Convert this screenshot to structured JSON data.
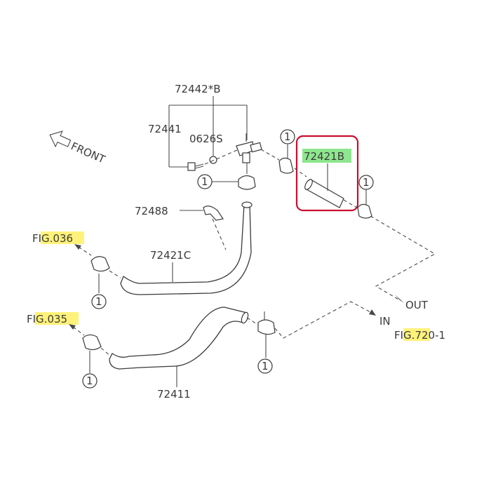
{
  "labels": {
    "part_72442b": "72442*B",
    "part_72441": "72441",
    "part_0626s": "0626S",
    "part_72421b": "72421B",
    "part_72488": "72488",
    "part_72421c": "72421C",
    "part_72411": "72411",
    "front": "FRONT",
    "out": "OUT",
    "in": "IN",
    "fig_036": "FIG.036",
    "fig_035": "FIG.035",
    "fig_720": "FIG.720-1",
    "clamp_ref": "1"
  },
  "colors": {
    "highlight_yellow": "#fff27a",
    "highlight_green": "#8ee68e",
    "selection_box": "#c8102e",
    "line": "#4a4a4a"
  },
  "icons": {
    "front_arrow": "front-arrow-icon",
    "clamp": "hose-clamp-icon"
  }
}
